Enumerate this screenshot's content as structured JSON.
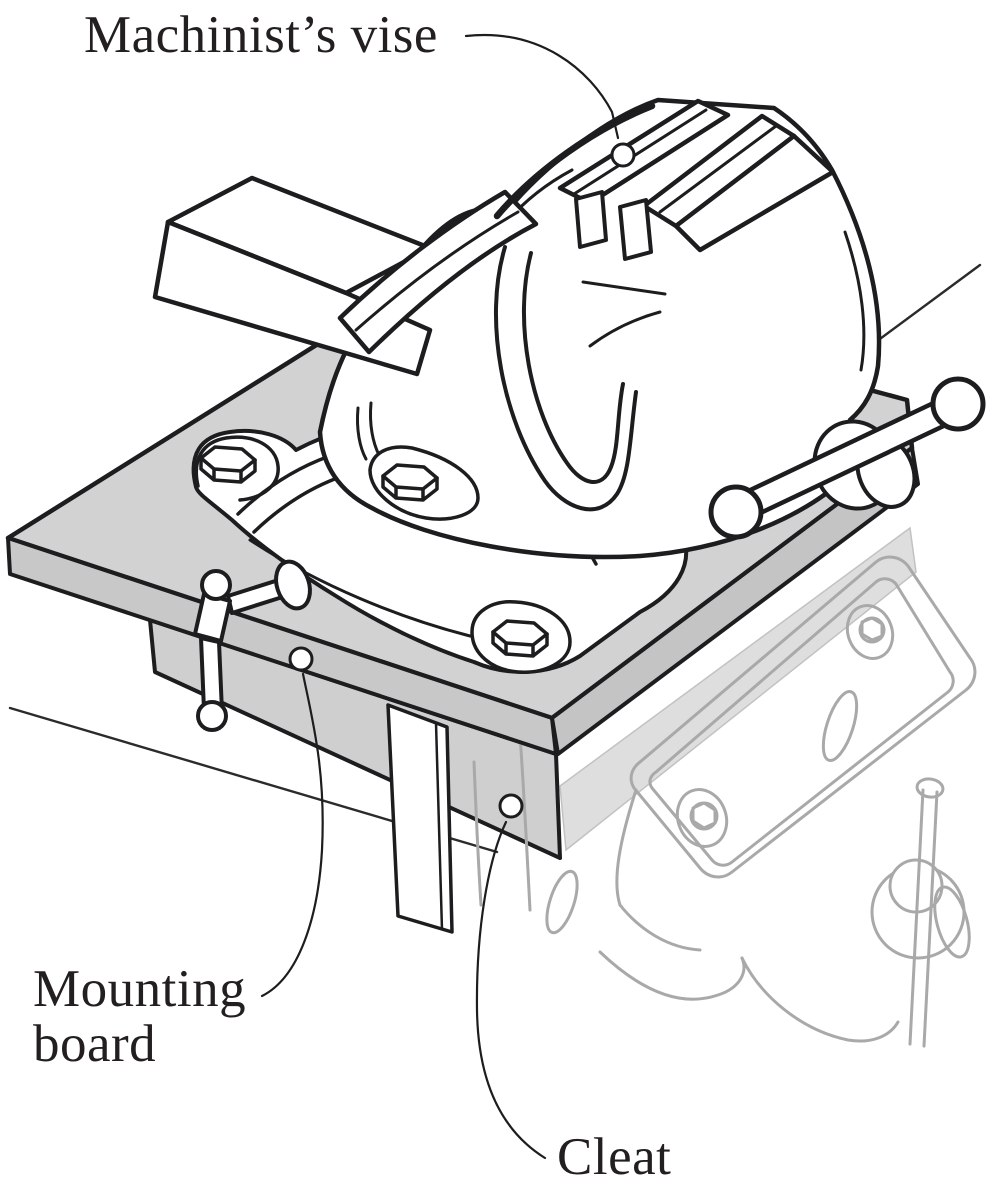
{
  "figure": {
    "kind": "technical-illustration",
    "subject": "Machinist's vise mounted on a board clamped in a bench face vise",
    "labels": {
      "machinists_vise": "Machinist’s vise",
      "mounting_board_line1": "Mounting",
      "mounting_board_line2": "board",
      "cleat": "Cleat"
    },
    "colors": {
      "ink": "#1d1d1f",
      "board_gray": "#d2d2d2",
      "board_edge_gray": "#c7c7c7",
      "cleat_gray": "#cfcfcf",
      "background_vise_gray": "#a9a9a9",
      "background": "#ffffff"
    },
    "leader_markers": 3
  }
}
